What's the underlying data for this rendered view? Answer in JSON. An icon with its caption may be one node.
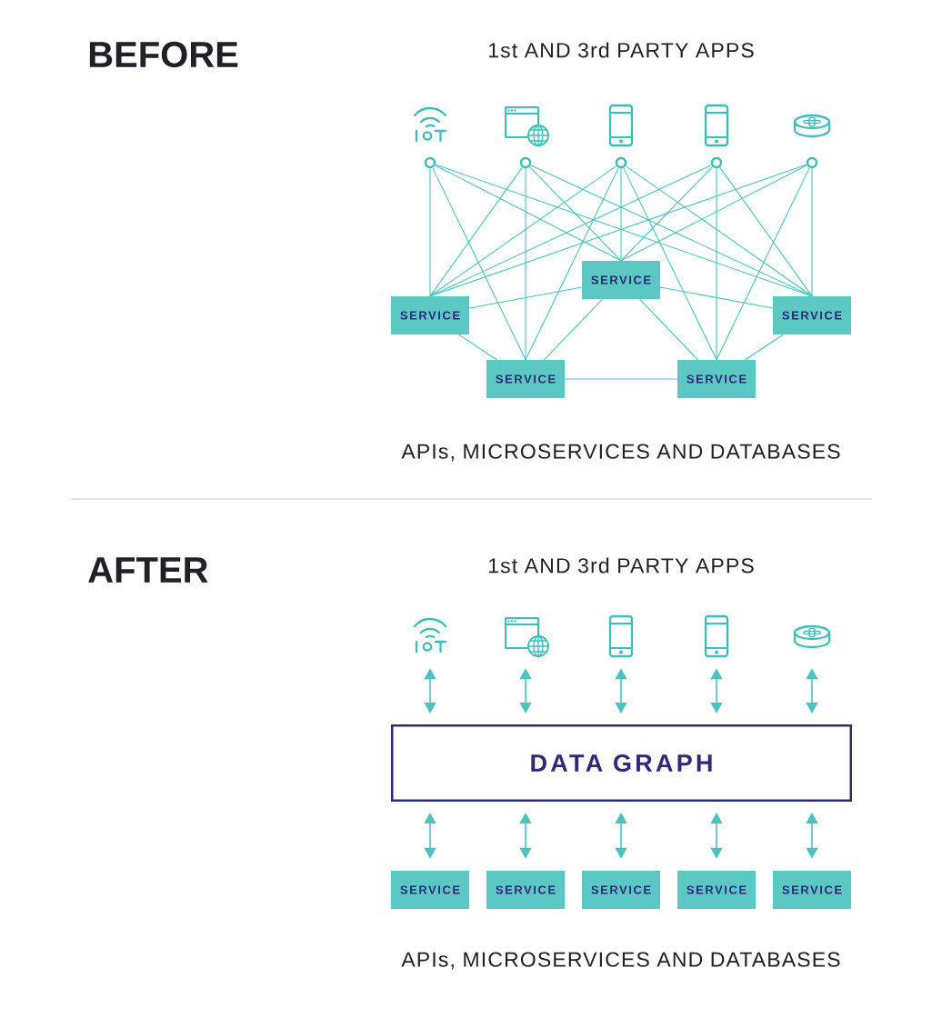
{
  "diagram": {
    "nodes": [
      {
        "text": [],
        "shape": "circle"
      },
      {
        "text": [],
        "shape": "circle"
      },
      {
        "text": [],
        "shape": "circle"
      },
      {
        "text": [],
        "shape": "circle"
      },
      {
        "text": [],
        "shape": "circle"
      },
      {
        "text": [
          "SERVICE"
        ]
      },
      {
        "text": [
          "SERVICE"
        ]
      },
      {
        "text": [
          "SERVICE"
        ]
      },
      {
        "text": [
          "SERVICE"
        ]
      },
      {
        "text": [
          "SERVICE"
        ]
      },
      {
        "text": [],
        "shape": "picture"
      },
      {
        "text": [],
        "shape": "picture"
      },
      {
        "text": [],
        "shape": "picture"
      },
      {
        "text": [],
        "shape": "picture"
      },
      {
        "text": [],
        "shape": "picture"
      },
      {
        "text": [
          "DATA GRAPH"
        ]
      },
      {
        "text": [
          "SERVICE"
        ]
      },
      {
        "text": [
          "SERVICE"
        ]
      },
      {
        "text": [
          "SERVICE"
        ]
      },
      {
        "text": [
          "SERVICE"
        ]
      },
      {
        "text": [
          "SERVICE"
        ]
      }
    ],
    "edges": [
      {
        "from": 0,
        "to": 5,
        "arrow": "none"
      },
      {
        "from": 0,
        "to": 6,
        "arrow": "none"
      },
      {
        "from": 0,
        "to": 7,
        "arrow": "none"
      },
      {
        "from": 0,
        "to": 8,
        "arrow": "none"
      },
      {
        "from": 1,
        "to": 5,
        "arrow": "none"
      },
      {
        "from": 1,
        "to": 6,
        "arrow": "none"
      },
      {
        "from": 1,
        "to": 7,
        "arrow": "none"
      },
      {
        "from": 1,
        "to": 8,
        "arrow": "none"
      },
      {
        "from": 2,
        "to": 5,
        "arrow": "none"
      },
      {
        "from": 2,
        "to": 6,
        "arrow": "none"
      },
      {
        "from": 2,
        "to": 7,
        "arrow": "none"
      },
      {
        "from": 2,
        "to": 8,
        "arrow": "none"
      },
      {
        "from": 2,
        "to": 9,
        "arrow": "none"
      },
      {
        "from": 3,
        "to": 5,
        "arrow": "none"
      },
      {
        "from": 3,
        "to": 6,
        "arrow": "none"
      },
      {
        "from": 3,
        "to": 7,
        "arrow": "none"
      },
      {
        "from": 3,
        "to": 9,
        "arrow": "none"
      },
      {
        "from": 4,
        "to": 5,
        "arrow": "none"
      },
      {
        "from": 4,
        "to": 6,
        "arrow": "none"
      },
      {
        "from": 4,
        "to": 7,
        "arrow": "none"
      },
      {
        "from": 4,
        "to": 9,
        "arrow": "none"
      },
      {
        "from": 6,
        "to": 5,
        "arrow": "none"
      },
      {
        "from": 6,
        "to": 8,
        "arrow": "none"
      },
      {
        "from": 5,
        "to": 8,
        "arrow": "none"
      },
      {
        "from": 5,
        "to": 9,
        "arrow": "none"
      },
      {
        "from": 5,
        "to": 7,
        "arrow": "none"
      },
      {
        "from": 7,
        "to": 9,
        "arrow": "none"
      },
      {
        "from": 8,
        "to": 9,
        "arrow": "none"
      },
      {
        "from": 10,
        "to": 15,
        "arrow": "both"
      },
      {
        "from": 11,
        "to": 15,
        "arrow": "both"
      },
      {
        "from": 12,
        "to": 15,
        "arrow": "both"
      },
      {
        "from": 13,
        "to": 15,
        "arrow": "both"
      },
      {
        "from": 14,
        "to": 15,
        "arrow": "both"
      },
      {
        "from": 15,
        "to": 16,
        "arrow": "both"
      },
      {
        "from": 15,
        "to": 17,
        "arrow": "both"
      },
      {
        "from": 15,
        "to": 18,
        "arrow": "both"
      },
      {
        "from": 15,
        "to": 19,
        "arrow": "both"
      },
      {
        "from": 15,
        "to": 20,
        "arrow": "both"
      }
    ],
    "labels": [
      "BEFORE",
      "1st AND 3rd PARTY APPS",
      "APIs, MICROSERVICES AND DATABASES",
      "AFTER",
      "1st AND 3rd PARTY APPS",
      "APIs, MICROSERVICES AND DATABASES"
    ]
  }
}
